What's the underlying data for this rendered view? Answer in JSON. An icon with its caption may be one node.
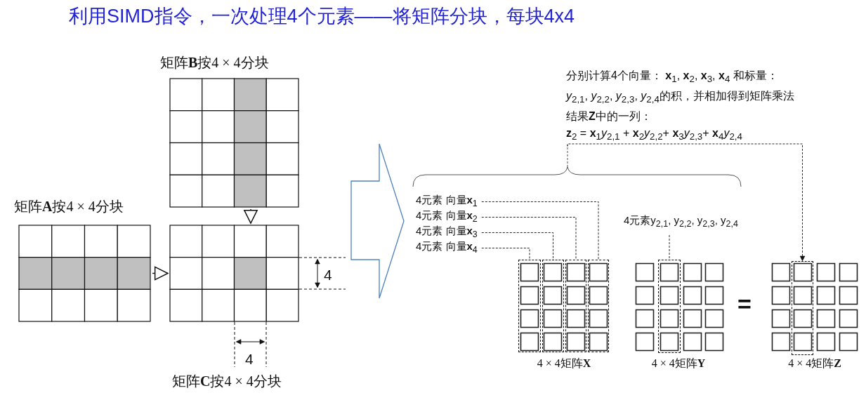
{
  "diagram": {
    "title": "利用SIMD指令，一次处理4个元素——将矩阵分块，每块4x4",
    "nodes": [
      {
        "text": [
          "矩阵**B**按4 × 4分块"
        ]
      },
      {
        "text": [
          "矩阵**A**按4 × 4分块"
        ]
      },
      {
        "text": [
          "矩阵**C**按4 × 4分块"
        ]
      },
      {
        "text": [
          "分别计算4个向量： **x**$_{1}$, **x**$_{2}$, **x**$_{3}$, **x**$_{4}$ 和标量： *y*$_{2,1}$, *y*$_{2,2}$, *y*$_{2,3}$, *y*$_{2,4}$的积，并相加得到矩阵乘法结果**Z**中的一列：",
          "**z**$_{2}$ = **x**$_{1}$*y*$_{2,1}$ + **x**$_{2}$*y*$_{2,2}$+ **x**$_{3}$*y*$_{2,3}$+ **x**$_{4}$*y*$_{2,4}$"
        ]
      },
      {
        "text": [
          "4元素 向量**x**$_{1}$"
        ]
      },
      {
        "text": [
          "4元素 向量**x**$_{2}$"
        ]
      },
      {
        "text": [
          "4元素 向量**x**$_{3}$"
        ]
      },
      {
        "text": [
          "4元素 向量**x**$_{4}$"
        ]
      },
      {
        "text": [
          "4元素y$_{2,1}$, y$_{2,2}$, y$_{2,3}$, y$_{2,4}$"
        ]
      },
      {
        "text": [
          "4 × 4矩阵**X**"
        ]
      },
      {
        "text": [],
        "shape": "box",
        "in": 9
      },
      {
        "text": [],
        "shape": "box",
        "in": 9
      },
      {
        "text": [],
        "shape": "box",
        "in": 9
      },
      {
        "text": [],
        "shape": "box",
        "in": 9
      },
      {
        "text": [
          "4 × 4矩阵**Y**"
        ]
      },
      {
        "text": [],
        "shape": "box",
        "in": 14
      },
      {
        "text": [
          "4 × 4矩阵**Z**"
        ]
      },
      {
        "text": [],
        "shape": "box",
        "in": 16
      }
    ],
    "edges": [
      {
        "from": 0,
        "to": 2,
        "arrow": "to"
      },
      {
        "from": 1,
        "to": 2,
        "arrow": "to"
      },
      {
        "from": 4,
        "to": 13,
        "arrow": "none",
        "style": "dashed"
      },
      {
        "from": 5,
        "to": 12,
        "arrow": "none",
        "style": "dashed"
      },
      {
        "from": 6,
        "to": 11,
        "arrow": "none",
        "style": "dashed"
      },
      {
        "from": 7,
        "to": 10,
        "arrow": "none",
        "style": "dashed"
      },
      {
        "from": 8,
        "to": 15,
        "arrow": "none",
        "style": "dashed"
      },
      {
        "from": 3,
        "to": 17,
        "arrow": "to",
        "style": "dashed"
      }
    ],
    "labels": [
      "4",
      "4",
      "="
    ]
  }
}
